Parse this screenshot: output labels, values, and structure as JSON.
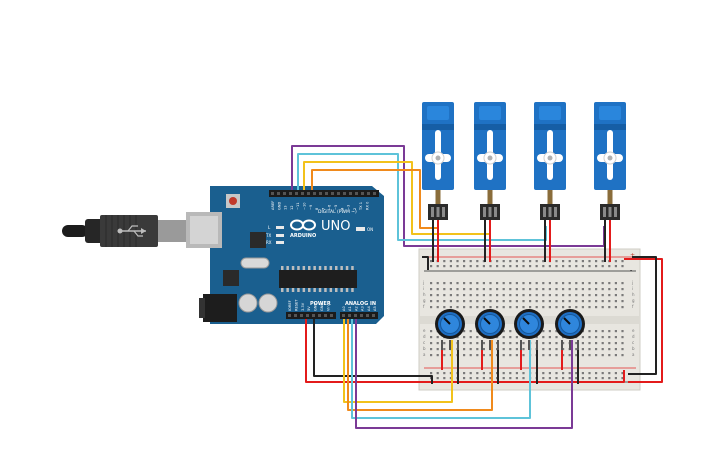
{
  "board": {
    "brand": "UNO",
    "maker": "ARDUINO",
    "digital_label": "DIGITAL (PWM ~)",
    "power_label": "POWER",
    "analog_label": "ANALOG IN",
    "on_label": "ON",
    "l_label": "L",
    "tx_label": "TX",
    "rx_label": "RX",
    "digital_pins": [
      "AREF",
      "GND",
      "13",
      "12",
      "~11",
      "~10",
      "~9",
      "8",
      "7",
      "~6",
      "~5",
      "4",
      "~3",
      "2",
      "TX 1",
      "RX 0"
    ],
    "power_pins": [
      "IOREF",
      "RESET",
      "3.3V",
      "5V",
      "GND",
      "GND",
      "Vin"
    ],
    "analog_pins": [
      "A0",
      "A1",
      "A2",
      "A3",
      "A4",
      "A5"
    ]
  },
  "servos": [
    "servo-1",
    "servo-2",
    "servo-3",
    "servo-4"
  ],
  "potentiometers": [
    "pot-1",
    "pot-2",
    "pot-3",
    "pot-4"
  ],
  "breadboard": {
    "row_letters_top": [
      "j",
      "i",
      "h",
      "g",
      "f"
    ],
    "row_letters_bottom": [
      "e",
      "d",
      "c",
      "b",
      "a"
    ],
    "rail_plus": "+",
    "rail_minus": "-"
  },
  "colors": {
    "board": "#1a5f8f",
    "servo": "#1f72c4",
    "breadboard": "#e8e6e0",
    "wire_red": "#e31b1b",
    "wire_black": "#222222",
    "wire_yellow": "#f2c21b",
    "wire_orange": "#f08a1c",
    "wire_cyan": "#5ec3d9",
    "wire_purple": "#7b3a96",
    "pot": "#1f6fc4"
  }
}
